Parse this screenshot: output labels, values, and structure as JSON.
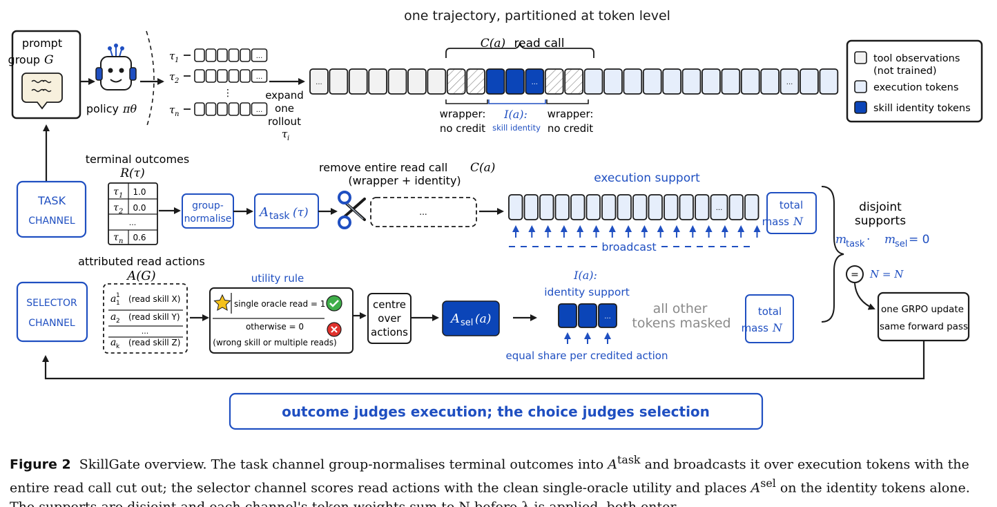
{
  "top_title": "one trajectory, partitioned at token level",
  "prompt": {
    "line1": "prompt",
    "line2": "group",
    "var": "G"
  },
  "policy": {
    "label": "policy",
    "var": "πθ"
  },
  "rollouts": {
    "tau1": "τ",
    "tau1_sub": "1",
    "tau2": "τ",
    "tau2_sub": "2",
    "vdots": "⋮",
    "taun": "τ",
    "taun_sub": "n",
    "cell_dots": "..."
  },
  "expand": {
    "line1": "expand",
    "line2": "one",
    "line3": "rollout",
    "var": "τ",
    "var_sub": "i"
  },
  "trajectory": {
    "brace_label_var": "C(a)",
    "brace_label": "read call",
    "left_dots": "...",
    "right_dots": "...",
    "id_dots": "...",
    "wrapper_left_1": "wrapper:",
    "wrapper_left_2": "no credit",
    "identity_var": "I(a):",
    "identity_label": "skill identity",
    "wrapper_right_1": "wrapper:",
    "wrapper_right_2": "no credit"
  },
  "legend": {
    "item1_1": "tool observations",
    "item1_2": "(not trained)",
    "item2": "execution tokens",
    "item3": "skill identity tokens"
  },
  "task_channel": {
    "label1": "TASK",
    "label2": "CHANNEL",
    "outcomes_title": "terminal outcomes",
    "outcomes_var": "R(τ)",
    "table": [
      {
        "tau": "τ",
        "sub": "1",
        "val": "1.0"
      },
      {
        "tau": "τ",
        "sub": "2",
        "val": "0.0"
      },
      {
        "tau": "",
        "sub": "",
        "val": "..."
      },
      {
        "tau": "τ",
        "sub": "n",
        "val": "0.6"
      }
    ],
    "normalise1": "group-",
    "normalise2": "normalise",
    "atask_A": "A",
    "atask_sub": "task",
    "atask_arg": "(τ)",
    "remove_title1": "remove entire read call",
    "remove_title_var": "C(a)",
    "remove_title2": "(wrapper + identity)",
    "removed_dots": "...",
    "exec_support": "execution support",
    "exec_dots": "...",
    "broadcast": "broadcast",
    "total_mass1": "total",
    "total_mass2": "mass",
    "total_mass_var": "N"
  },
  "disjoint": {
    "line1": "disjoint",
    "line2": "supports",
    "m": "m",
    "m_task": "task",
    "dot": " · ",
    "m_sel": "sel",
    "eq": " = 0",
    "circle": "=",
    "nn": "N = N"
  },
  "grpo": {
    "line1": "one GRPO update",
    "line2": "same forward pass"
  },
  "selector_channel": {
    "label1": "SELECTOR",
    "label2": "CHANNEL",
    "actions_title": "attributed read actions",
    "actions_var": "A(G)",
    "actions": [
      {
        "a": "a",
        "sup": "1",
        "sub": "1",
        "text": "(read skill X)"
      },
      {
        "a": "a",
        "sup": "",
        "sub": "2",
        "text": "(read skill Y)"
      },
      {
        "a": "",
        "sup": "",
        "sub": "",
        "text": "..."
      },
      {
        "a": "a",
        "sup": "",
        "sub": "k",
        "text": "(read skill Z)"
      }
    ],
    "utility_title": "utility rule",
    "utility_line1": "single oracle read = 1",
    "utility_line2": "otherwise = 0",
    "utility_line3": "(wrong skill or multiple reads)",
    "centre1": "centre",
    "centre2": "over",
    "centre3": "actions",
    "asel_A": "A",
    "asel_sub": "sel",
    "asel_arg": "(a)",
    "identity_var": "I(a):",
    "identity_support": "identity support",
    "id_dots": "...",
    "all_other1": "all other",
    "all_other2": "tokens masked",
    "equal_share": "equal share per credited action",
    "total_mass1": "total",
    "total_mass2": "mass",
    "total_mass_var": "N"
  },
  "banner": "outcome judges execution; the choice judges selection",
  "caption": {
    "label": "Figure 2",
    "text1": "  SkillGate overview. The task channel group-normalises terminal outcomes into ",
    "a": "A",
    "sup1": "task",
    "text2": " and broadcasts it over execution tokens with the entire read call cut out; the selector channel scores read actions with the clean single-oracle utility and places ",
    "sup2": "sel",
    "text3": " on the identity tokens alone. The supports are disjoint and each channel's token weights sum to N before λ is applied, both enter"
  },
  "colors": {
    "blue": "#1f4fc1",
    "dark_blue": "#0b45b8",
    "light_blue": "#e6eefb",
    "gray": "#f2f2f2",
    "ink": "#1a1a1a",
    "green": "#3fae49",
    "red": "#e0322d",
    "star": "#f6c21a"
  }
}
